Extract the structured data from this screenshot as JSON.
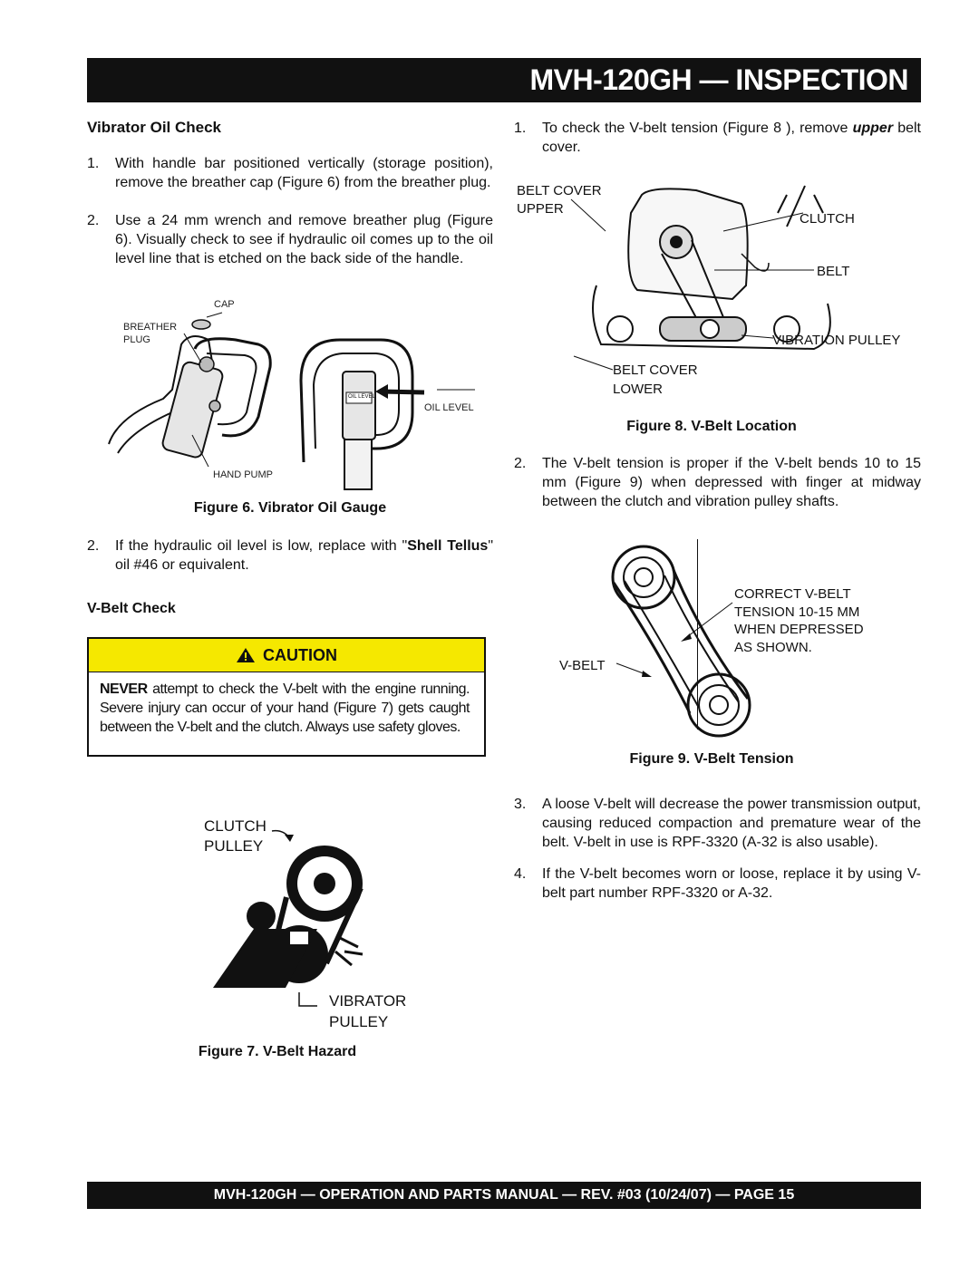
{
  "header": {
    "title": "MVH-120GH — INSPECTION"
  },
  "left": {
    "oil_check": {
      "heading": "Vibrator Oil Check",
      "steps": [
        {
          "num": "1.",
          "text": "With handle bar positioned vertically (storage position), remove the breather cap (Figure 6) from the breather plug."
        },
        {
          "num": "2.",
          "text": "Use a 24 mm wrench and remove breather plug (Figure 6). Visually check to see if hydraulic oil comes up to the oil level line that is etched on the back side of the handle."
        }
      ]
    },
    "figure6": {
      "labels": {
        "cap": "CAP",
        "breather": "BREATHER",
        "plug": "PLUG",
        "oil_level": "OIL LEVEL",
        "hand_pump": "HAND PUMP",
        "oil_level_mark": "OIL LEVEL"
      },
      "caption": "Figure 6. Vibrator Oil Gauge"
    },
    "step3": {
      "num": "2.",
      "text_a": "If the hydraulic oil level is low, replace with \"",
      "bold": "Shell Tellus",
      "text_b": "\" oil #46 or equivalent."
    },
    "vbelt_heading": "V-Belt Check",
    "caution": {
      "title": "CAUTION",
      "bold": "NEVER",
      "text": " attempt to check the V-belt with the engine running. Severe injury can occur of your hand (Figure 7) gets caught between the V-belt and the clutch. Always use safety gloves."
    },
    "figure7": {
      "labels": {
        "clutch": "CLUTCH",
        "pulley1": "PULLEY",
        "vibrator": "VIBRATOR",
        "pulley2": "PULLEY"
      },
      "caption": "Figure 7. V-Belt Hazard"
    }
  },
  "right": {
    "step1": {
      "num": "1.",
      "text_a": "To check the V-belt tension (Figure 8 ), remove ",
      "em": "upper",
      "text_b": " belt cover."
    },
    "figure8": {
      "labels": {
        "belt_cover": "BELT COVER",
        "upper": "UPPER",
        "clutch": "CLUTCH",
        "belt": "BELT",
        "vibration_pulley": "VIBRATION PULLEY",
        "belt_cover2": "BELT COVER",
        "lower": "LOWER"
      },
      "caption": "Figure 8. V-Belt Location"
    },
    "step2": {
      "num": "2.",
      "text": "The V-belt tension is proper if the V-belt bends 10 to 15 mm (Figure 9) when depressed with finger at midway between the clutch and vibration pulley shafts."
    },
    "figure9": {
      "labels": {
        "line1": "CORRECT V-BELT",
        "line2": "TENSION 10-15 MM",
        "line3": "WHEN DEPRESSED",
        "line4": "AS SHOWN.",
        "vbelt": "V-BELT"
      },
      "caption": "Figure 9. V-Belt Tension"
    },
    "step3": {
      "num": "3.",
      "text": "A loose V-belt will decrease the power transmission output, causing reduced compaction and premature wear of the belt. V-belt in use is RPF-3320 (A-32 is also usable)."
    },
    "step4": {
      "num": "4.",
      "text": "If the V-belt becomes worn or loose, replace it by using V-belt part number RPF-3320 or A-32."
    }
  },
  "footer": {
    "text": "MVH-120GH — OPERATION AND PARTS MANUAL — REV. #03 (10/24/07) — PAGE 15"
  }
}
